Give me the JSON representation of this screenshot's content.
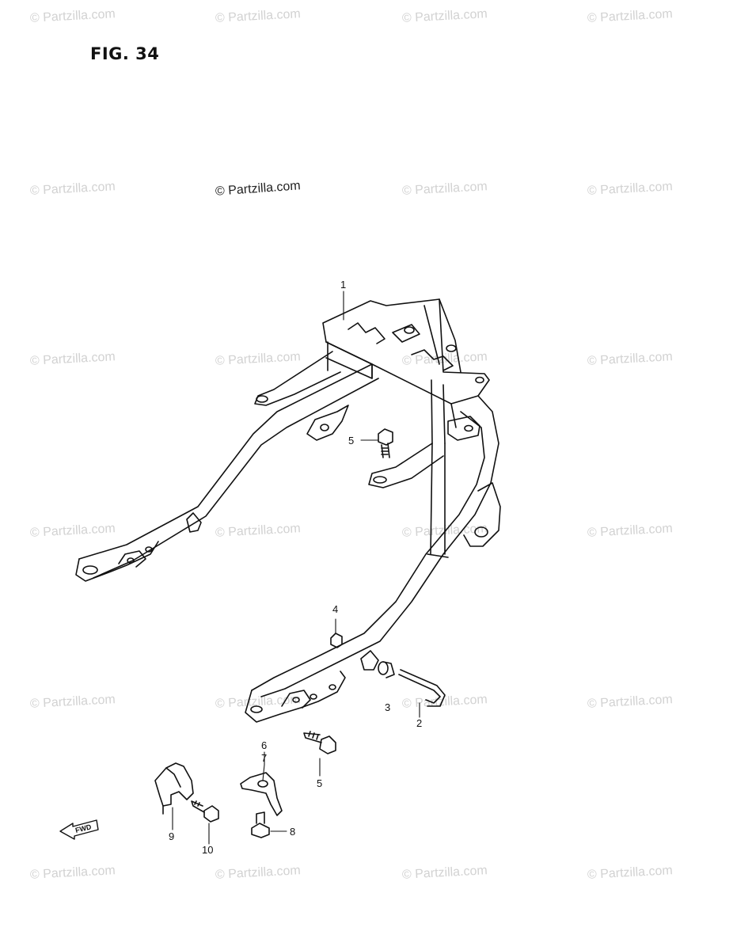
{
  "figure": {
    "title": "FIG. 34"
  },
  "watermark": {
    "text": "© Partzilla.com",
    "color": "#d2d2d2"
  },
  "callouts": {
    "c1": "1",
    "c2": "2",
    "c3": "3",
    "c4": "4",
    "c5a": "5",
    "c5b": "5",
    "c6": "6",
    "c7": "7",
    "c8": "8",
    "c9": "9",
    "c10": "10"
  },
  "fwd": {
    "label": "FWD",
    "icon": "forward-arrow-icon"
  }
}
